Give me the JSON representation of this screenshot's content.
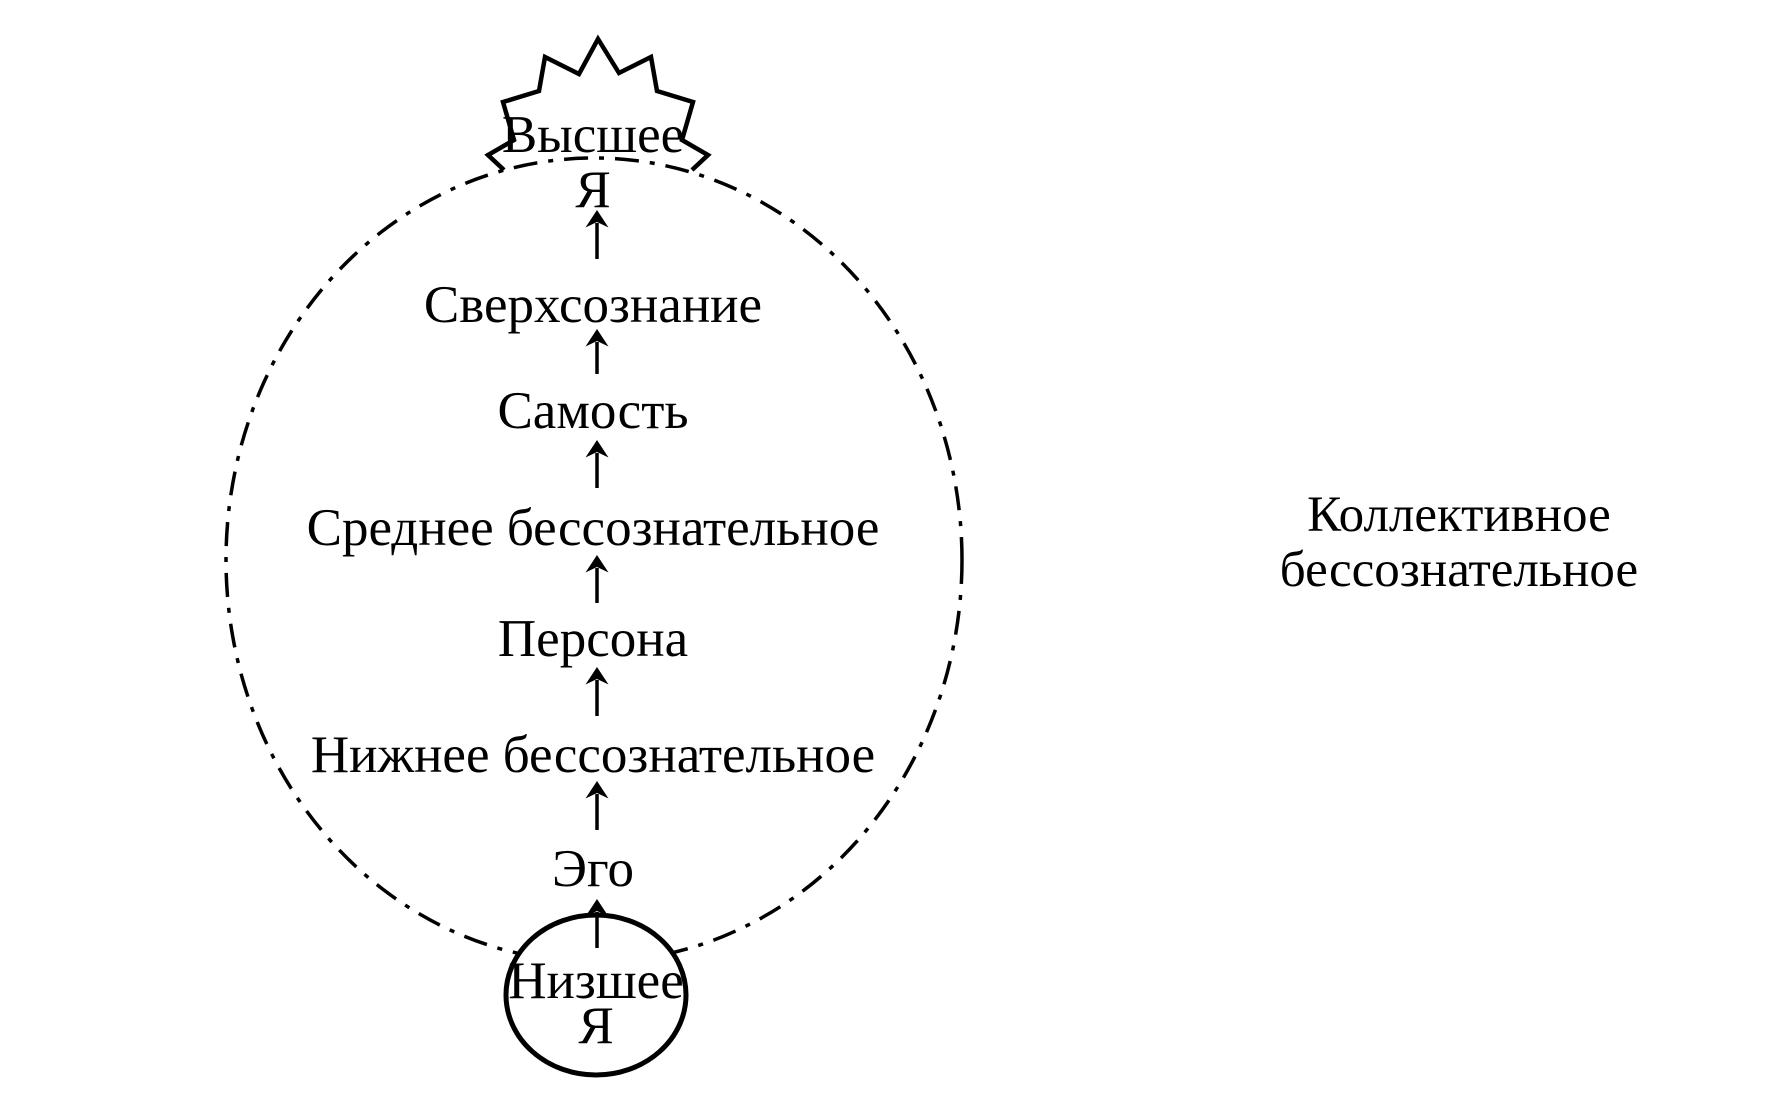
{
  "colors": {
    "ink": "#000000",
    "background": "#ffffff"
  },
  "diagram": {
    "higher_self": {
      "line1": "Высшее",
      "line2": "Я"
    },
    "levels": {
      "superconscious": "Сверхсознание",
      "self": "Самость",
      "middle_unconscious": "Среднее бессознательное",
      "persona": "Персона",
      "lower_unconscious": "Нижнее бессознательное",
      "ego": "Эго"
    },
    "lower_self": {
      "line1": "Низшее",
      "line2": "Я"
    },
    "collective_unconscious": {
      "line1": "Коллективное",
      "line2": "бессознательное"
    }
  }
}
